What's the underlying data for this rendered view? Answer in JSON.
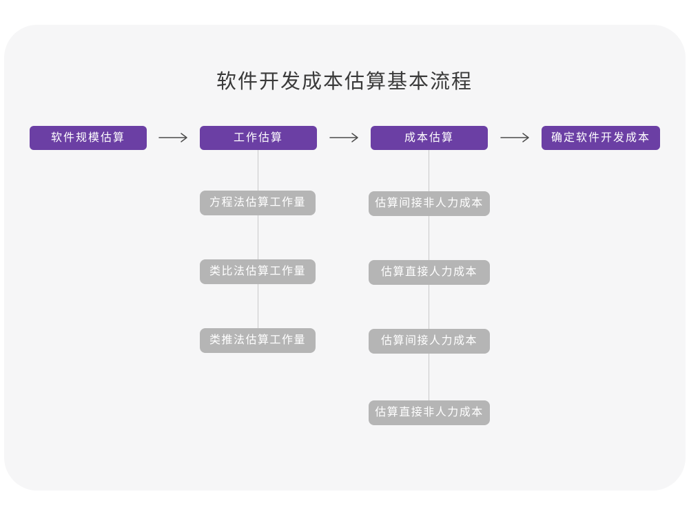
{
  "title": "软件开发成本估算基本流程",
  "colors": {
    "canvas_bg": "#ffffff",
    "card_bg": "#f6f6f7",
    "primary": "#6b3fa4",
    "secondary": "#b5b5b5",
    "connector": "#c9c9c9",
    "arrow": "#4a4a4a",
    "title_text": "#3a3a3a",
    "node_text": "#ffffff"
  },
  "flow": {
    "main_nodes": [
      {
        "label": "软件规模估算"
      },
      {
        "label": "工作估算"
      },
      {
        "label": "成本估算"
      },
      {
        "label": "确定软件开发成本"
      }
    ],
    "work_estimation_subnodes": [
      {
        "label": "方程法估算工作量"
      },
      {
        "label": "类比法估算工作量"
      },
      {
        "label": "类推法估算工作量"
      }
    ],
    "cost_estimation_subnodes": [
      {
        "label": "估算间接非人力成本"
      },
      {
        "label": "估算直接人力成本"
      },
      {
        "label": "估算间接人力成本"
      },
      {
        "label": "估算直接非人力成本"
      }
    ]
  }
}
